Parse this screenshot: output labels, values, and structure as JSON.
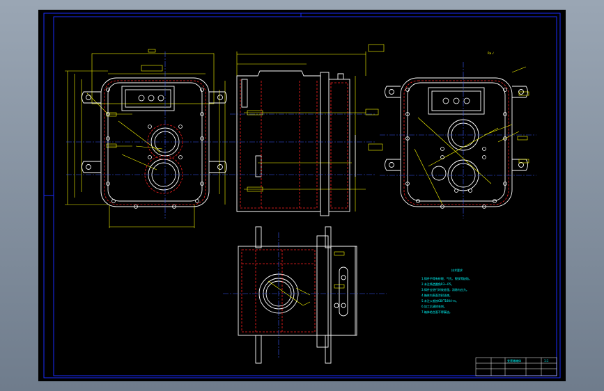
{
  "colors": {
    "background": "#000000",
    "frame": "#1a2cff",
    "outline": "#ffffff",
    "dimension": "#ffff00",
    "hidden": "#ff2020",
    "centerline": "#3a5bff",
    "note": "#00ffff",
    "hole": "#ffffff"
  },
  "labels": {
    "surface_finish_symbol": "Ra √",
    "tech_title": "技术要求"
  },
  "tech_notes": [
    "1.铸件不得有砂眼、气孔、裂纹等缺陷。",
    "2.未注铸造圆角R3～R5。",
    "3.铸件应进行时效处理，消除内应力。",
    "4.箱体内表面涂耐油漆。",
    "5.未注公差按GB/T1804-m。",
    "6.加工后清除毛刺。",
    "7.箱体结合面不得漏油。"
  ],
  "title_block": {
    "name": "变速箱箱体",
    "scale": "1:1"
  }
}
